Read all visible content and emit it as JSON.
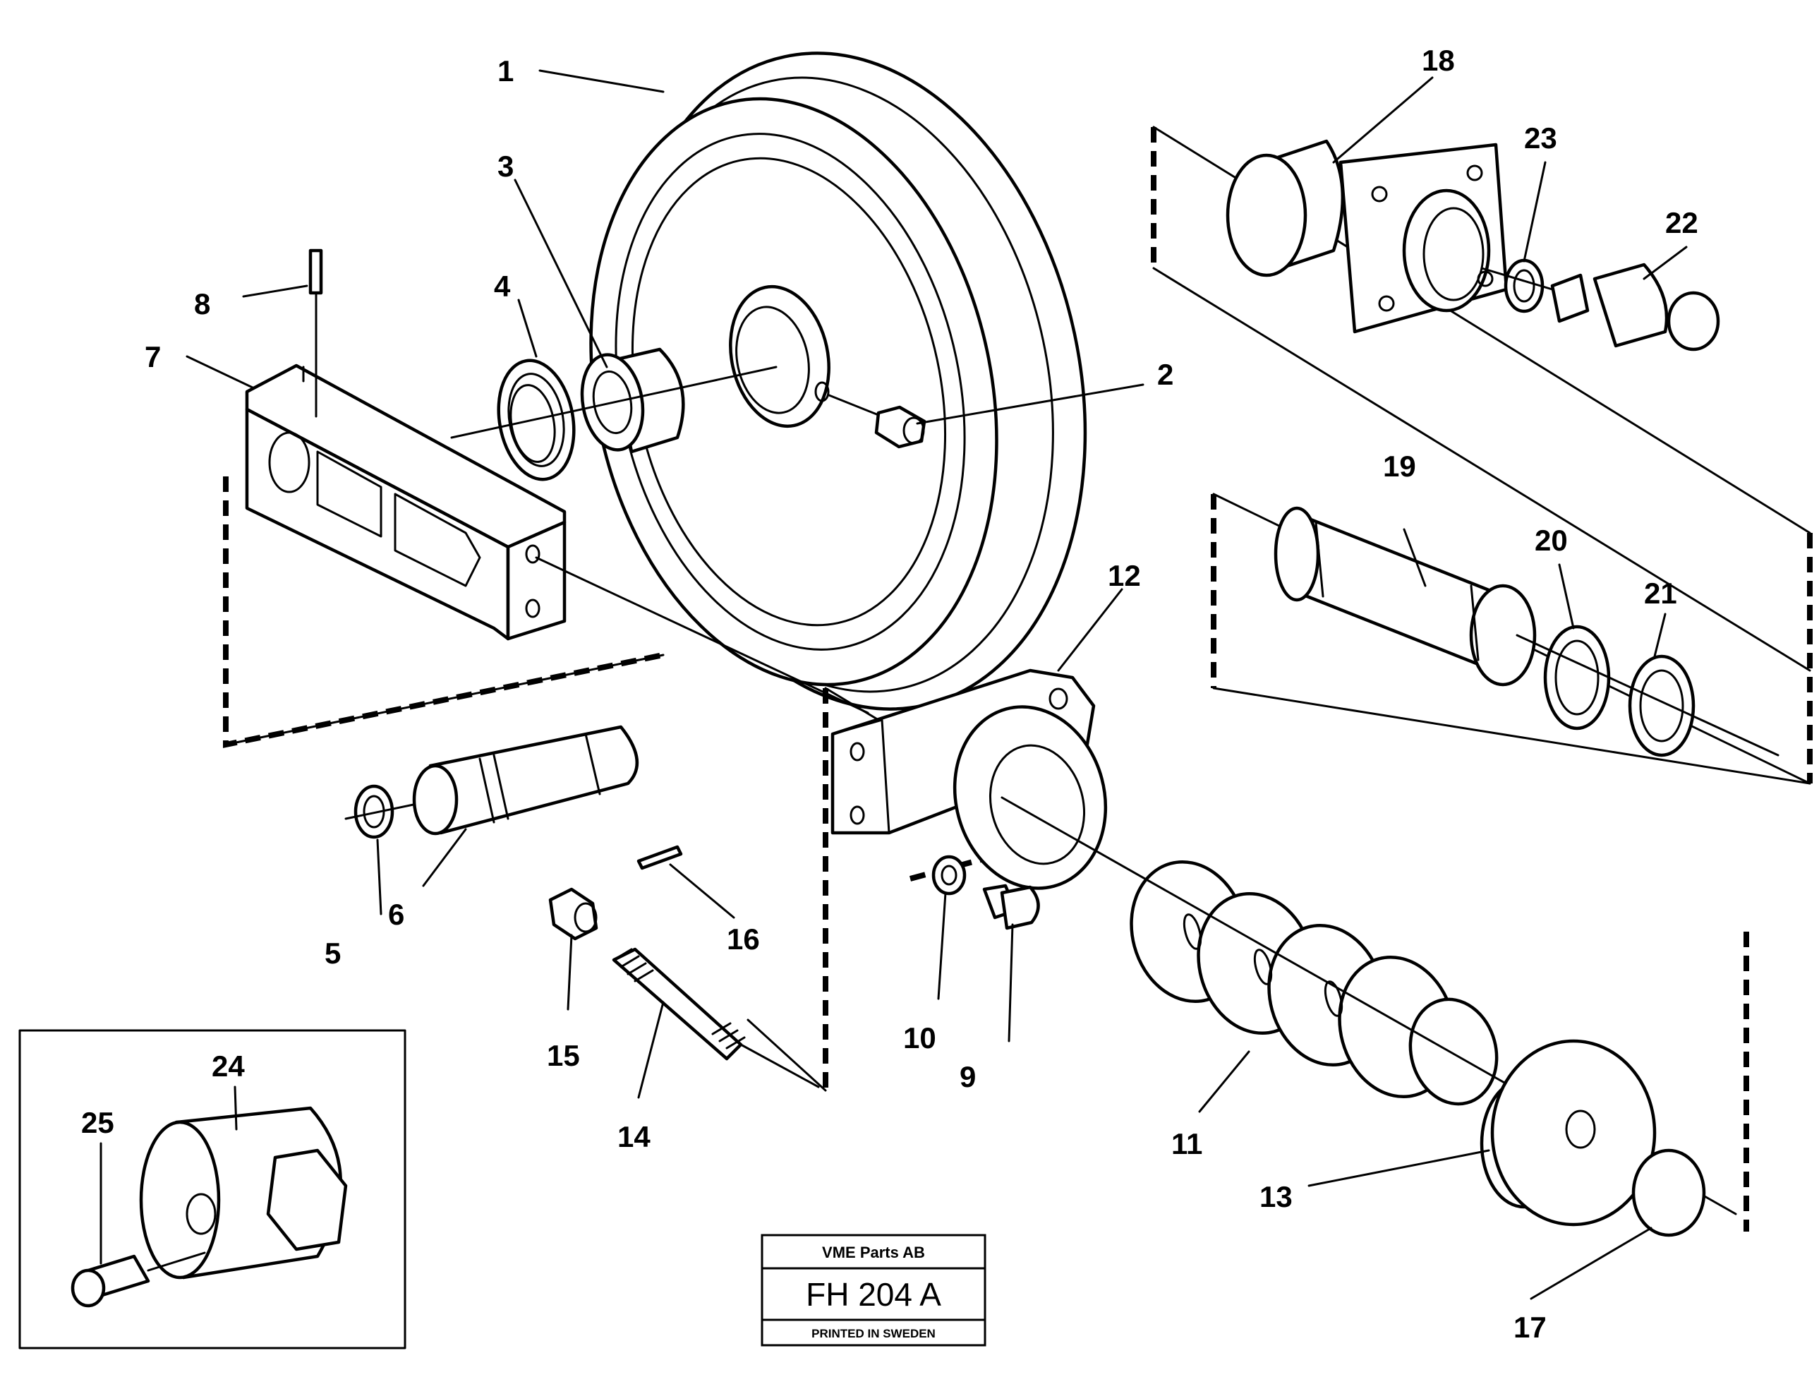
{
  "callouts": {
    "p1": "1",
    "p2": "2",
    "p3": "3",
    "p4": "4",
    "p5": "5",
    "p6": "6",
    "p7": "7",
    "p8": "8",
    "p9": "9",
    "p10": "10",
    "p11": "11",
    "p12": "12",
    "p13": "13",
    "p14": "14",
    "p15": "15",
    "p16": "16",
    "p17": "17",
    "p18": "18",
    "p19": "19",
    "p20": "20",
    "p21": "21",
    "p22": "22",
    "p23": "23",
    "p24": "24",
    "p25": "25"
  },
  "title_block": {
    "company": "VME Parts AB",
    "drawing_code": "FH 204 A",
    "printed": "PRINTED IN SWEDEN"
  }
}
